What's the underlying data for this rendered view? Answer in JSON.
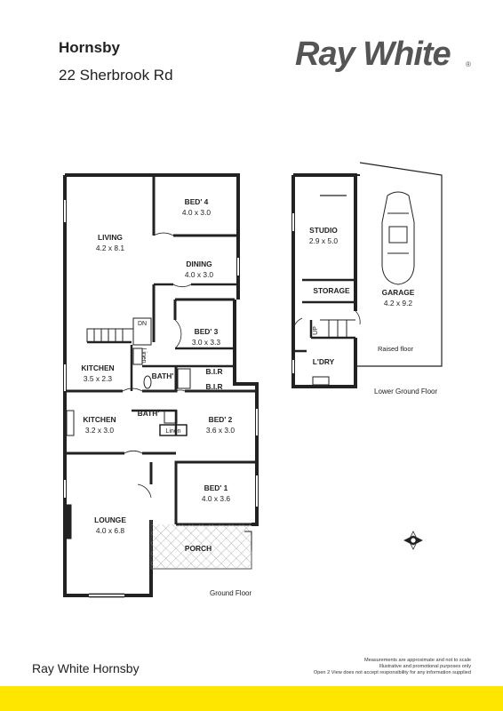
{
  "header": {
    "suburb": "Hornsby",
    "address": "22 Sherbrook Rd",
    "brand": "Ray White",
    "brand_mark": "®"
  },
  "rooms": {
    "bed4": {
      "name": "BED' 4",
      "size": "4.0 x 3.0"
    },
    "living": {
      "name": "LIVING",
      "size": "4.2 x 8.1"
    },
    "dining": {
      "name": "DINING",
      "size": "4.0 x 3.0"
    },
    "bed3": {
      "name": "BED' 3",
      "size": "3.0 x 3.3"
    },
    "kitchen1": {
      "name": "KITCHEN",
      "size": "3.5 x 2.3"
    },
    "kitchen2": {
      "name": "KITCHEN",
      "size": "3.2 x 3.0"
    },
    "bed2": {
      "name": "BED' 2",
      "size": "3.6 x 3.0"
    },
    "bed1": {
      "name": "BED' 1",
      "size": "4.0 x 3.6"
    },
    "lounge": {
      "name": "LOUNGE",
      "size": "4.0 x 6.8"
    },
    "studio": {
      "name": "STUDIO",
      "size": "2.9 x 5.0"
    },
    "garage": {
      "name": "GARAGE",
      "size": "4.2 x 9.2"
    }
  },
  "small_labels": {
    "bath1": "BATH'",
    "bath2": "BATH'",
    "bir1": "B.I.R",
    "bir2": "B.I.R",
    "linen1": "Linen",
    "linen2": "Linen",
    "dn": "DN",
    "up": "UP",
    "porch": "PORCH",
    "storage": "STORAGE",
    "ldry": "L'DRY",
    "raised_floor": "Raised floor"
  },
  "floor_labels": {
    "ground": "Ground Floor",
    "lower": "Lower Ground Floor"
  },
  "footer": {
    "agency": "Ray White Hornsby",
    "disclaimer_line1": "Measurements are approximate and not to scale",
    "disclaimer_line2": "Illustrative and promotional purposes only",
    "disclaimer_line3": "Open 2 View does not accept responsibility for any information supplied"
  },
  "colors": {
    "brand_yellow": "#ffe600",
    "wall": "#222222",
    "brand_grey": "#555555"
  },
  "icons": [
    "compass-icon",
    "car-icon",
    "stairs-icon",
    "fireplace-icon"
  ]
}
